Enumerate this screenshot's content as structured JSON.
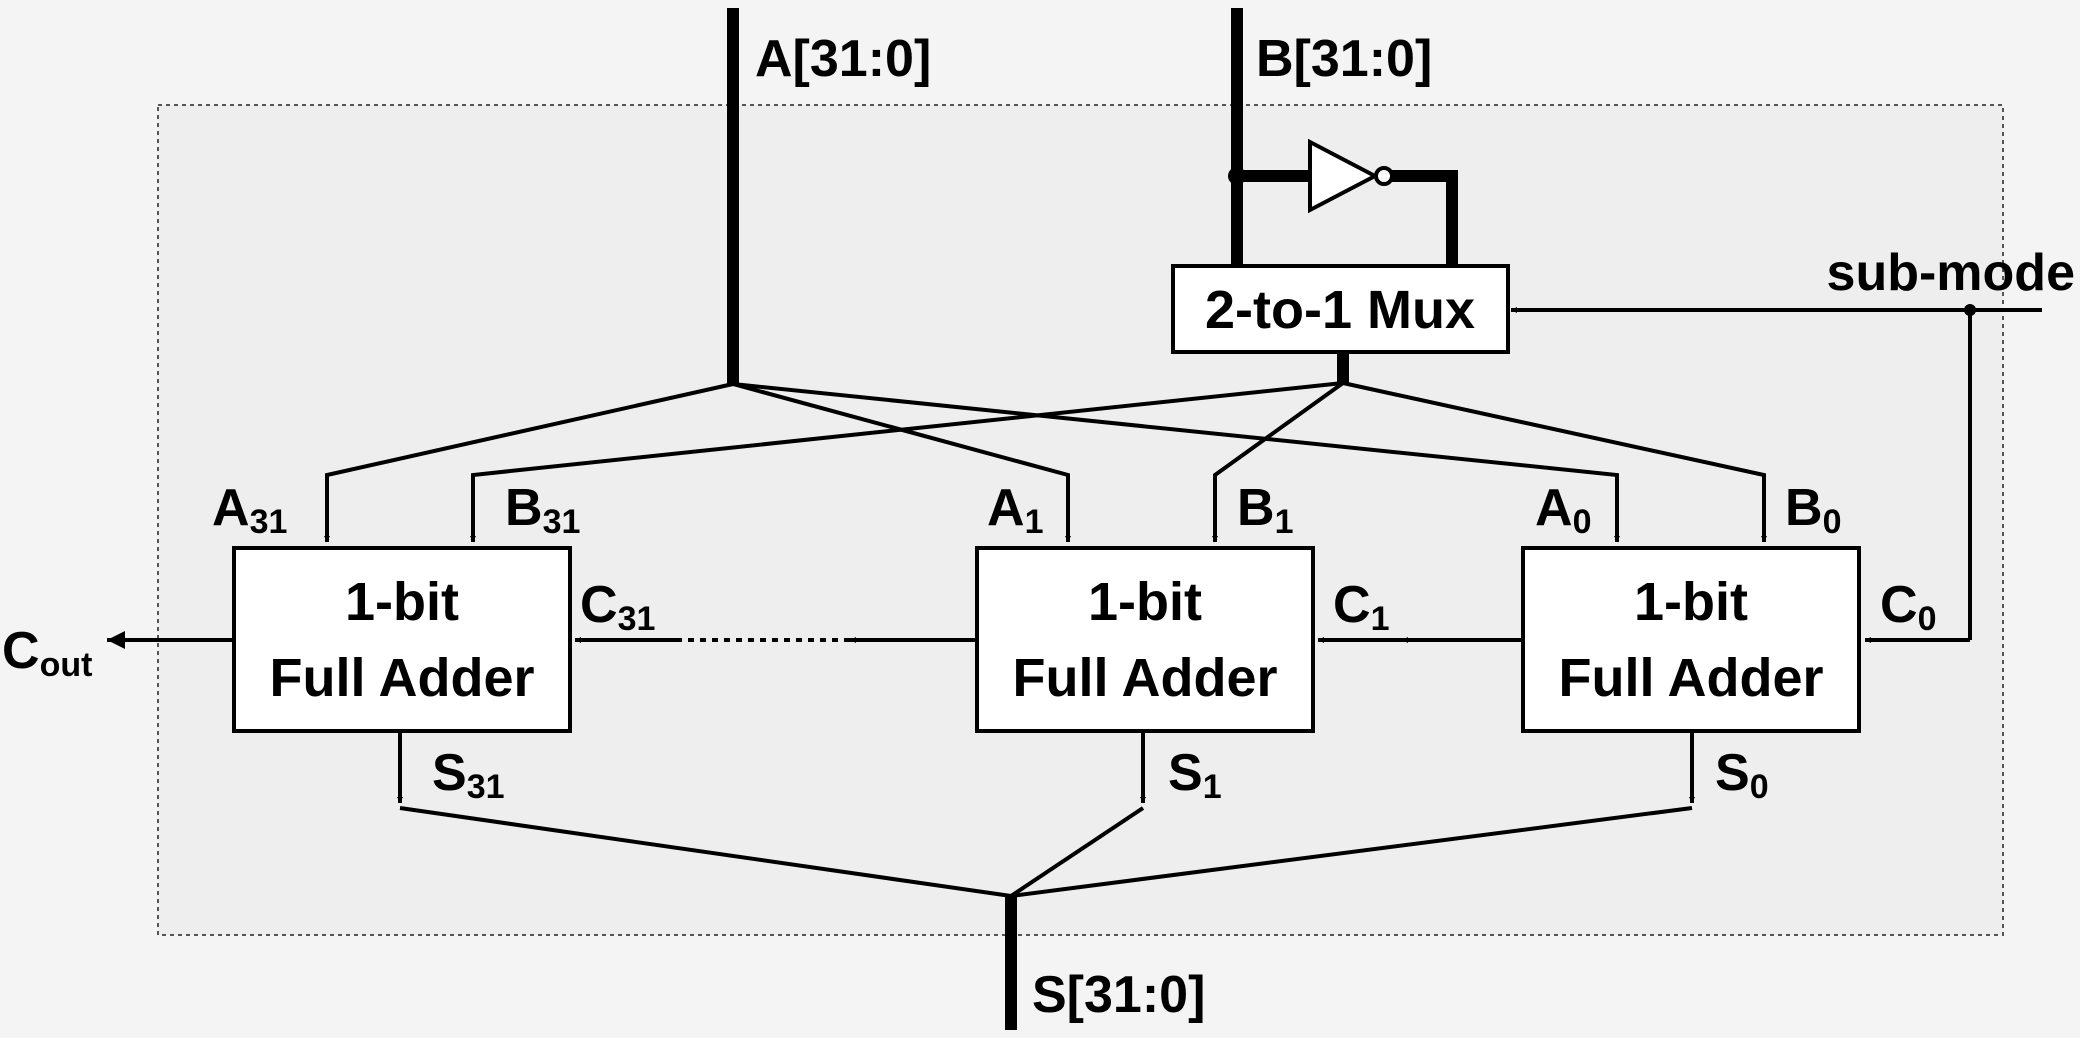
{
  "bus_a": "A[31:0]",
  "bus_b": "B[31:0]",
  "bus_s": "S[31:0]",
  "mux_label": "2-to-1 Mux",
  "sub_mode": "sub-mode",
  "carry_out": {
    "main": "C",
    "sub": "out"
  },
  "adder_line1": "1-bit",
  "adder_line2": "Full Adder",
  "adders": [
    {
      "a": "A",
      "b": "B",
      "c": "C",
      "s": "S",
      "index": "31"
    },
    {
      "a": "A",
      "b": "B",
      "c": "C",
      "s": "S",
      "index": "1"
    },
    {
      "a": "A",
      "b": "B",
      "c": "C",
      "s": "S",
      "index": "0"
    }
  ]
}
